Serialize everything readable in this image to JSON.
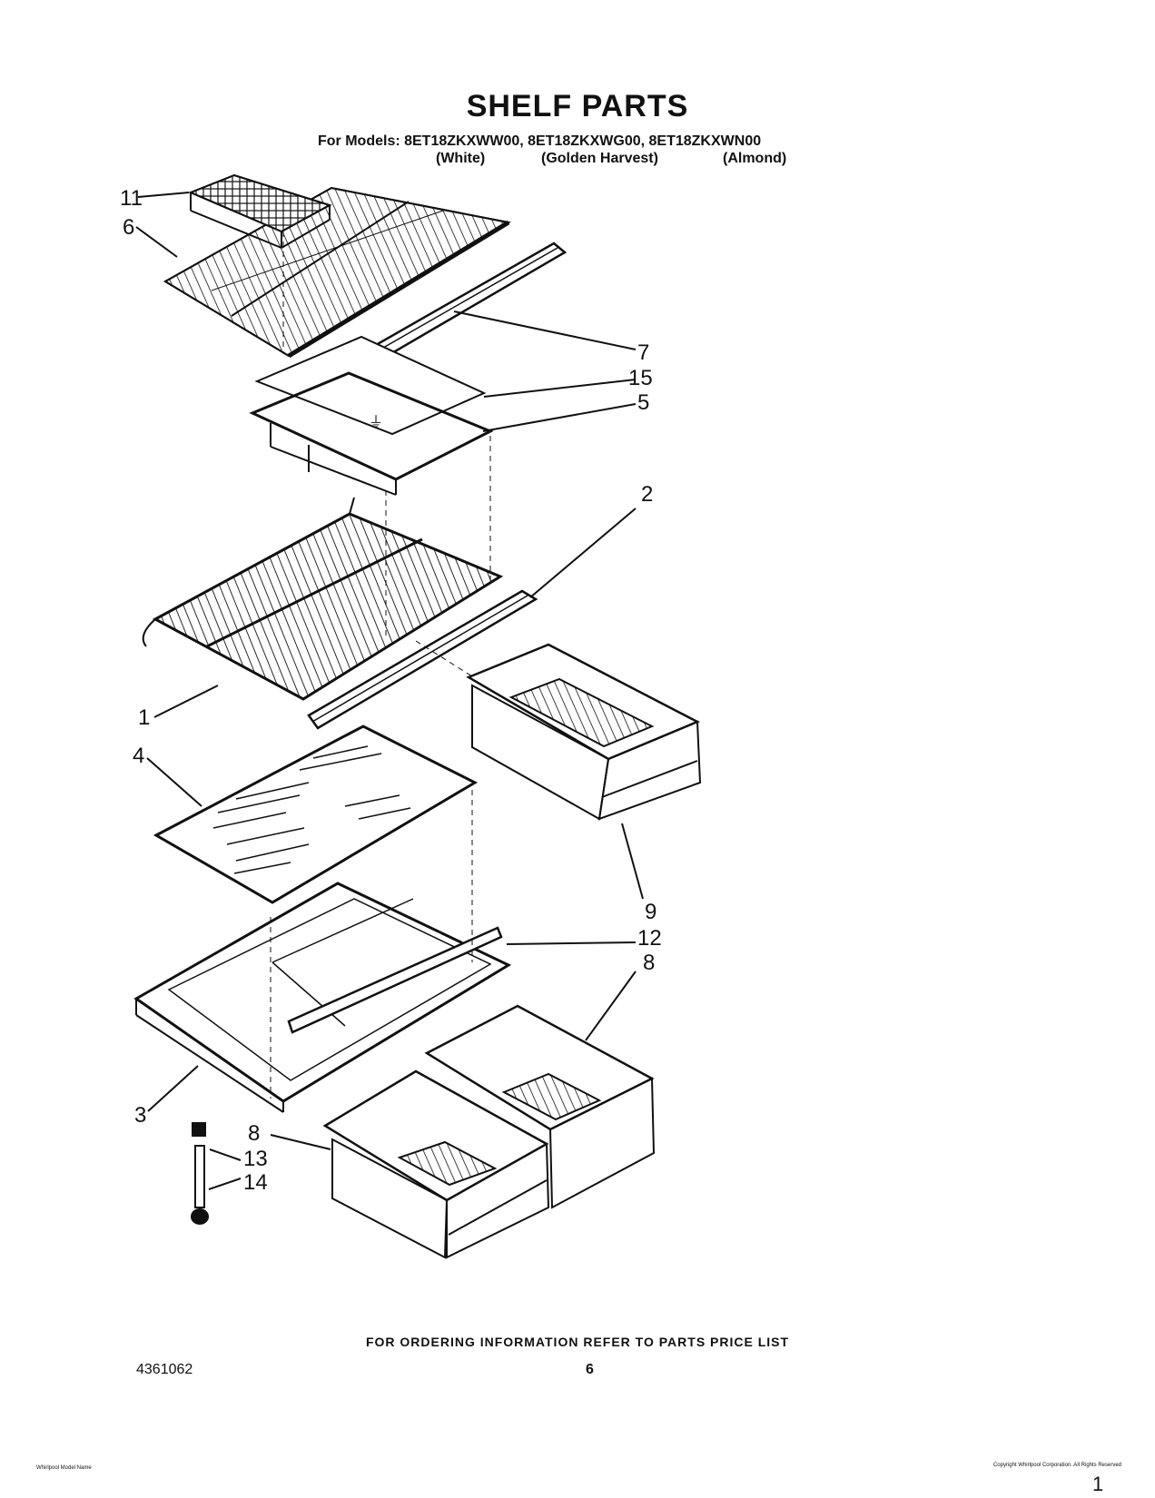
{
  "header": {
    "title": "SHELF PARTS",
    "models_line": "For Models: 8ET18ZKXWW00, 8ET18ZKXWG00, 8ET18ZKXWN00",
    "colors": [
      "(White)",
      "(Golden Harvest)",
      "(Almond)"
    ]
  },
  "callouts": {
    "c1": "1",
    "c2": "2",
    "c3": "3",
    "c4": "4",
    "c5": "5",
    "c6": "6",
    "c7": "7",
    "c8a": "8",
    "c8b": "8",
    "c9": "9",
    "c11": "11",
    "c12": "12",
    "c13": "13",
    "c14": "14",
    "c15": "15"
  },
  "footer": {
    "ordering": "FOR ORDERING INFORMATION REFER TO PARTS PRICE LIST",
    "doc_number": "4361062",
    "page": "6",
    "left_small": "Whirlpool Model Name",
    "right_small": "Copyright Whirlpool Corporation. All Rights Reserved",
    "corner_number": "1"
  }
}
